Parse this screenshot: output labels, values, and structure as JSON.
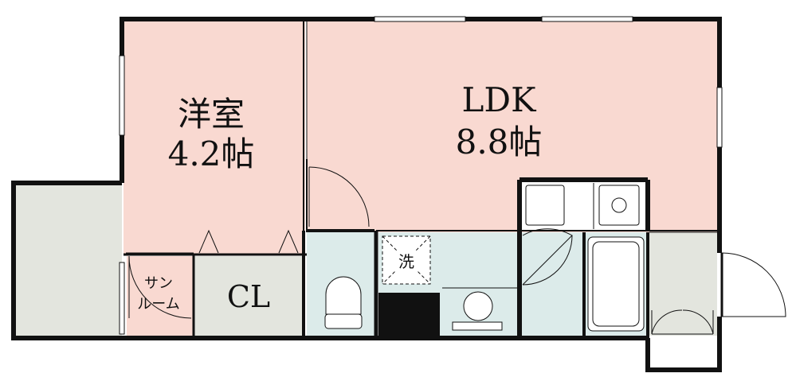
{
  "floorplan": {
    "western_room": {
      "name": "洋室",
      "size": "4.2帖"
    },
    "ldk": {
      "name": "LDK",
      "size": "8.8帖"
    },
    "closet": {
      "label": "CL"
    },
    "sunroom": {
      "line1": "サン",
      "line2": "ルーム"
    },
    "washer": {
      "label": "洗"
    }
  },
  "colors": {
    "living_rooms": "#f9d9d1",
    "wet_area": "#dcebea",
    "storage": "#e3e5de",
    "balcony": "#e3e5de",
    "wall": "#111111"
  }
}
